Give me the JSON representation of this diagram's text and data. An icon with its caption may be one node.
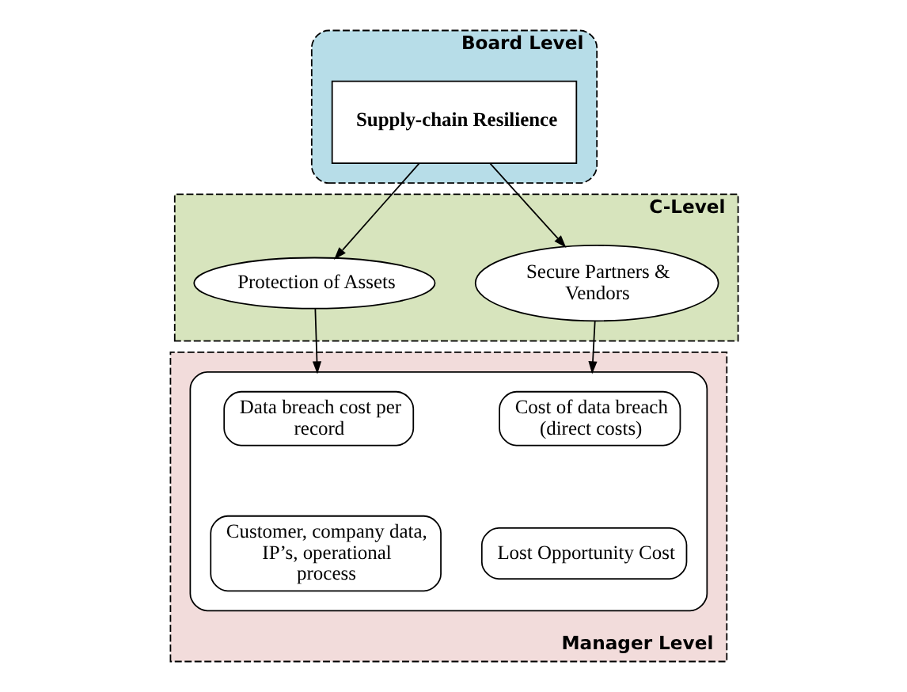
{
  "diagram": {
    "nodes": [
      {
        "text": [
          "Board Level"
        ]
      },
      {
        "text": [
          "Supply-chain Resilience"
        ],
        "in": 0
      },
      {
        "text": [
          "C-Level"
        ]
      },
      {
        "text": [
          "Secure Partners & Vendors"
        ],
        "in": 2
      },
      {
        "text": [
          "Protection of Assets"
        ],
        "in": 2
      },
      {
        "text": [
          "Manager Level"
        ]
      },
      {
        "text": [],
        "shape": "box",
        "in": 5
      },
      {
        "text": [
          "Cost of data breach (direct costs)"
        ],
        "in": 6
      },
      {
        "text": [
          "Data breach cost per record"
        ],
        "in": 6
      },
      {
        "text": [
          "Lost Opportunity Cost"
        ],
        "in": 6
      },
      {
        "text": [
          "Customer, company data, IP’s, operational process"
        ],
        "in": 6
      }
    ],
    "edges": [
      {
        "from": 1,
        "to": 3,
        "arrow": "to"
      },
      {
        "from": 1,
        "to": 4,
        "arrow": "to"
      },
      {
        "from": 3,
        "to": 6,
        "arrow": "to"
      },
      {
        "from": 4,
        "to": 6,
        "arrow": "to"
      }
    ]
  }
}
